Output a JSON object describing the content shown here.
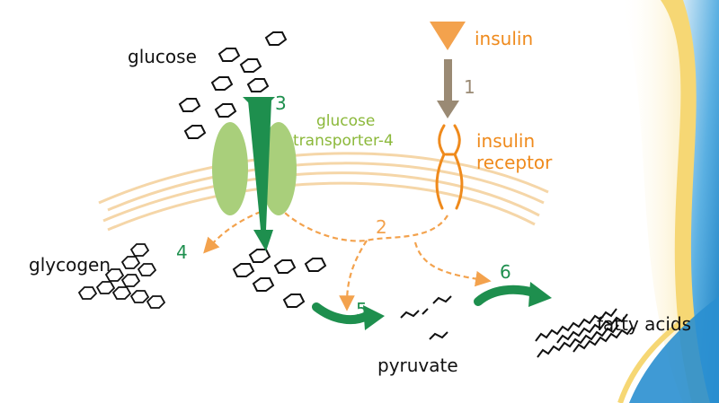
{
  "labels": {
    "glucose": "glucose",
    "insulin": "insulin",
    "glut4_line1": "glucose",
    "glut4_line2": "transporter-4",
    "receptor_line1": "insulin",
    "receptor_line2": "receptor",
    "glycogen": "glycogen",
    "pyruvate": "pyruvate",
    "fatty_acids": "fatty acids"
  },
  "steps": [
    "1",
    "2",
    "3",
    "4",
    "5",
    "6"
  ],
  "colors": {
    "orange": "#ef8a1c",
    "orange_light": "#f3b36b",
    "green_dark": "#1e8f4e",
    "green_text": "#8bb83a",
    "green_light": "#a9cf7b",
    "brown": "#9a8a74",
    "membrane": "#f5d6a8",
    "blue": "#2a8fd0",
    "yellow": "#f6d774",
    "black": "#111111"
  }
}
